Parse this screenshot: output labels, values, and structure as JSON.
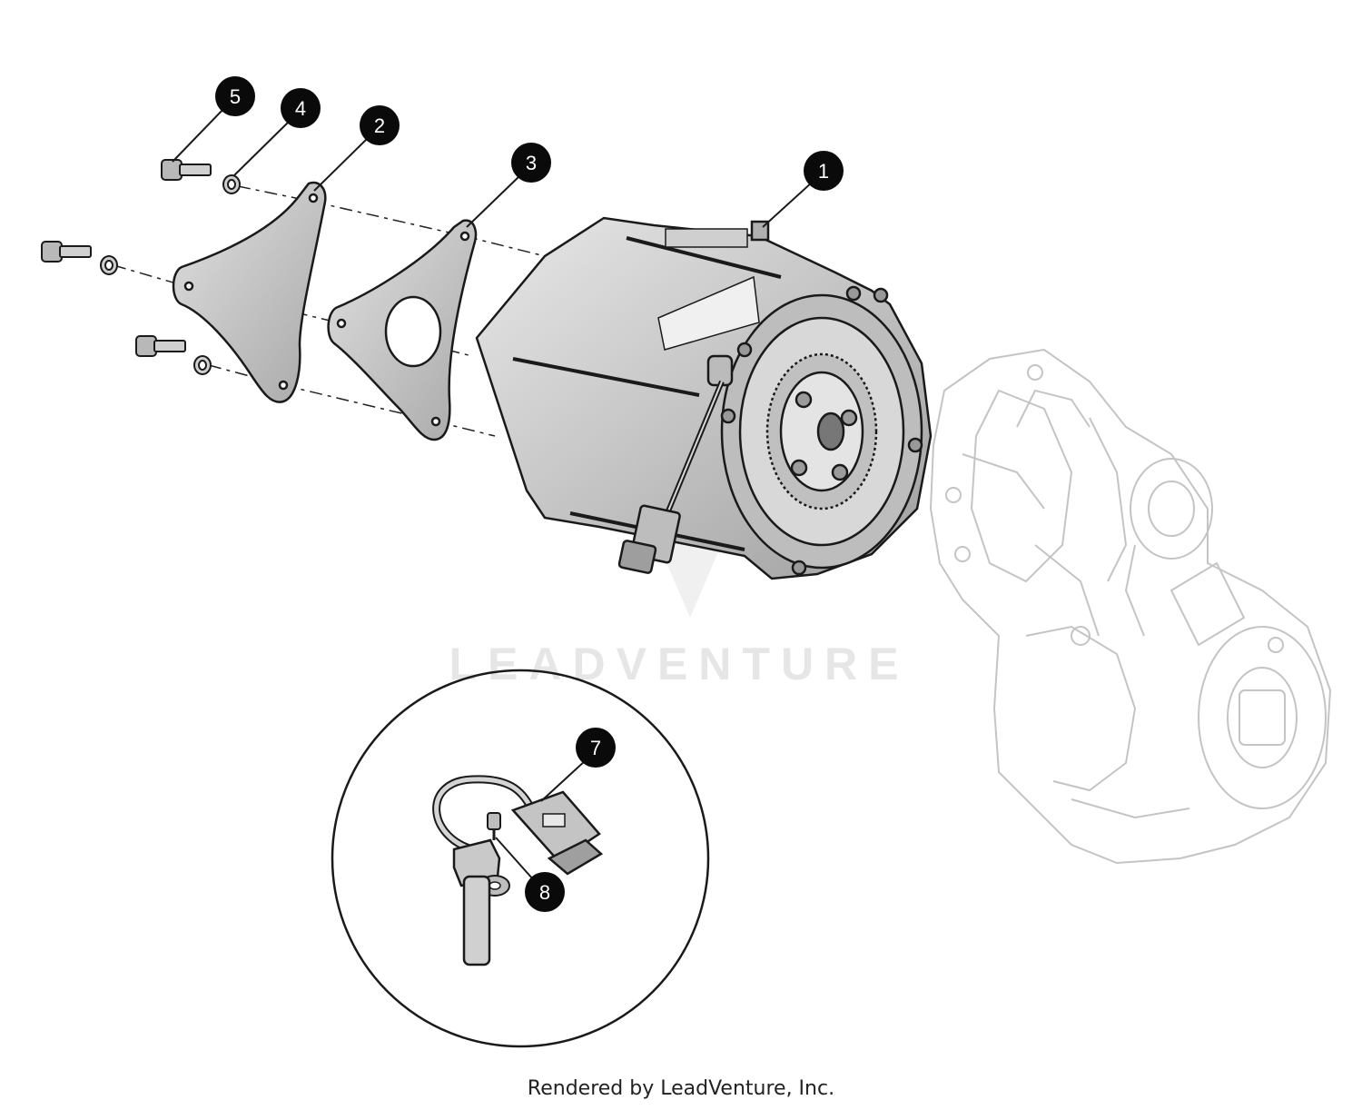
{
  "callouts": [
    {
      "label": "1"
    },
    {
      "label": "2"
    },
    {
      "label": "3"
    },
    {
      "label": "4"
    },
    {
      "label": "5"
    },
    {
      "label": "7"
    },
    {
      "label": "8"
    }
  ],
  "watermark": "LEADVENTURE",
  "footer": "Rendered by LeadVenture, Inc.",
  "colors": {
    "callout_fill": "#0a0a0a",
    "part_fill": "#d2d2d2",
    "part_dark": "#9a9a9a",
    "outline": "#1a1a1a",
    "ghost_line": "#c4c4c4",
    "watermark": "#e6e6e6"
  }
}
